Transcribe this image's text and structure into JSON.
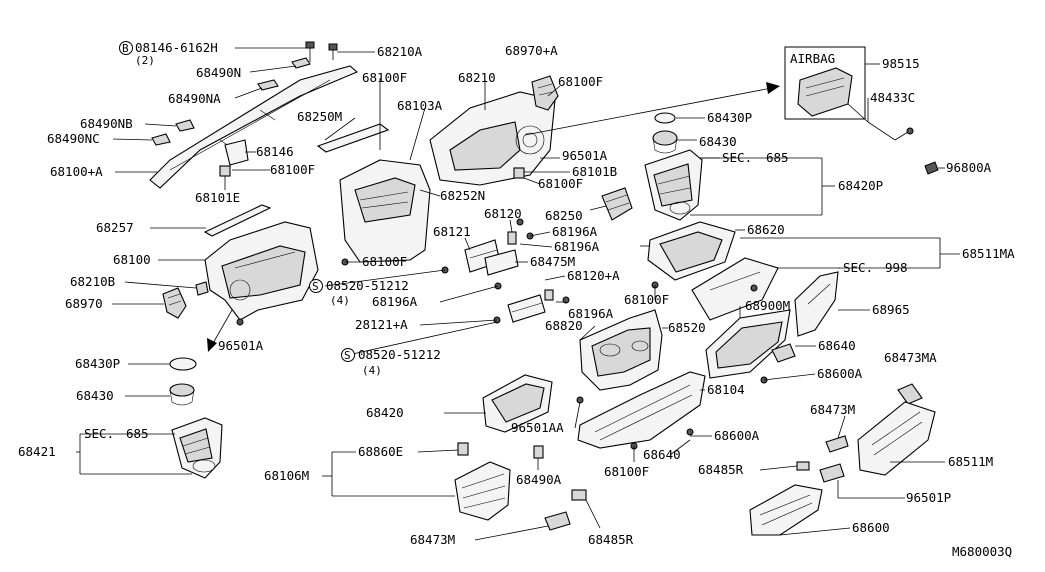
{
  "diagram": {
    "reference_code": "M680003Q",
    "sec_prefix": "SEC.",
    "airbag_box_label": "AIRBAG",
    "labels": {
      "p08146": "08146-6162H",
      "p08146_qty": "(2)",
      "p68210A": "68210A",
      "p68490N": "68490N",
      "p68490NA": "68490NA",
      "p68490NB": "68490NB",
      "p68490NC": "68490NC",
      "p68100pA": "68100+A",
      "p68146": "68146",
      "p68100F_1": "68100F",
      "p68101E": "68101E",
      "p68100F_top": "68100F",
      "p68250M": "68250M",
      "p68103A": "68103A",
      "p68210": "68210",
      "p68970pA": "68970+A",
      "p68100F_r": "68100F",
      "p96501A_1": "96501A",
      "p68101B": "68101B",
      "p68100F_2": "68100F",
      "p68252N": "68252N",
      "p98515": "98515",
      "p48433C": "48433C",
      "p96800A": "96800A",
      "p68430P_1": "68430P",
      "p68430_1": "68430",
      "p685_1": "685",
      "p68420P": "68420P",
      "p68250": "68250",
      "p68120": "68120",
      "p68196A_1": "68196A",
      "p68196A_2": "68196A",
      "p68121": "68121",
      "p68475M": "68475M",
      "p68120pA": "68120+A",
      "p68257": "68257",
      "p68100": "68100",
      "p68100F_3": "68100F",
      "p08520_1": "08520-51212",
      "p08520_1_qty": "(4)",
      "p68210B": "68210B",
      "p68970": "68970",
      "p68196A_3": "68196A",
      "p68196A_4": "68196A",
      "p28121pA": "28121+A",
      "p96501A_2": "96501A",
      "p08520_2": "08520-51212",
      "p08520_2_qty": "(4)",
      "p68620": "68620",
      "p998": "998",
      "p68511MA": "68511MA",
      "p68100F_4": "68100F",
      "p68965": "68965",
      "p68900M": "68900M",
      "p68820": "68820",
      "p68520": "68520",
      "p68640_1": "68640",
      "p68600A_1": "68600A",
      "p68473MA": "68473MA",
      "p68430P_2": "68430P",
      "p68430_2": "68430",
      "p685_2": "685",
      "p68421": "68421",
      "p68420": "68420",
      "p68104": "68104",
      "p96501AA": "96501AA",
      "p68600A_2": "68600A",
      "p68473M_1": "68473M",
      "p68640_2": "68640",
      "p68511M": "68511M",
      "p68106M": "68106M",
      "p68860E": "68860E",
      "p68490A": "68490A",
      "p68100F_5": "68100F",
      "p68485R_1": "68485R",
      "p96501P": "96501P",
      "p68600": "68600",
      "p68473M_2": "68473M",
      "p68485R_2": "68485R"
    },
    "symbols": {
      "bolt_circle_letter": "B",
      "screw_circle_letter": "S"
    }
  }
}
